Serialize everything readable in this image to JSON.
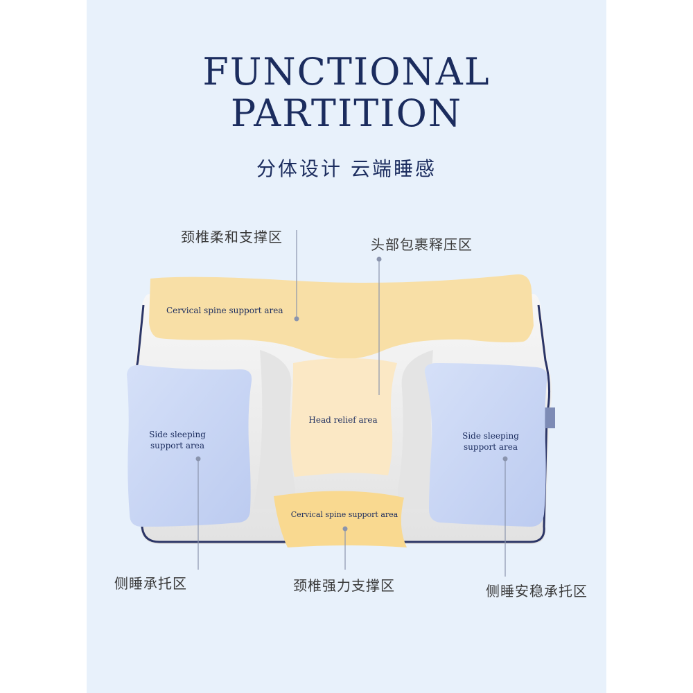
{
  "header": {
    "title_line1": "FUNCTIONAL",
    "title_line2": "PARTITION",
    "subtitle": "分体设计 云端睡感"
  },
  "zones": {
    "top_cervical": {
      "cn": "颈椎柔和支撑区",
      "en": "Cervical spine support area"
    },
    "head_relief": {
      "cn": "头部包裹释压区",
      "en": "Head relief area"
    },
    "left_side": {
      "cn": "侧睡承托区",
      "en_line1": "Side sleeping",
      "en_line2": "support area"
    },
    "bottom_cervical": {
      "cn": "颈椎强力支撑区",
      "en": "Cervical spine support area"
    },
    "right_side": {
      "cn": "侧睡安稳承托区",
      "en_line1": "Side sleeping",
      "en_line2": "support area"
    }
  },
  "colors": {
    "background": "#e8f1fb",
    "title": "#1b2c5e",
    "cream_zone": "#f8dfa6",
    "yellow_zone": "#f9d990",
    "head_zone": "#fbe8c5",
    "blue_zone": "#c5d3f4",
    "pillow": "#eeeeee",
    "piping": "#2b3566"
  },
  "icons": [
    "pillow-illustration",
    "leader-dot"
  ]
}
